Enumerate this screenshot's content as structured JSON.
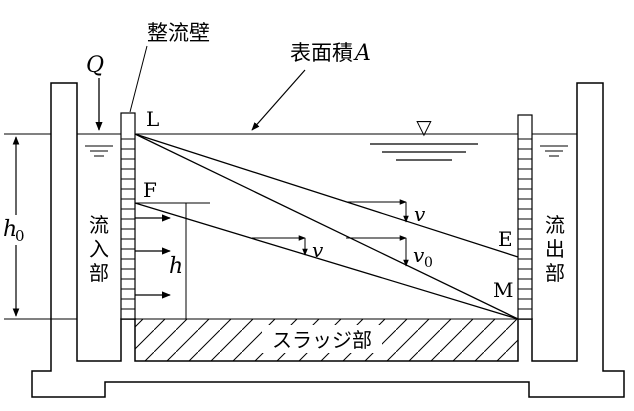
{
  "labels": {
    "baffle": "整流壁",
    "surface_area": "表面積",
    "surface_area_symbol": "A",
    "flow": "Q",
    "depth_total": "h",
    "depth_total_sub": "0",
    "depth_h": "h",
    "inlet_char1": "流",
    "inlet_char2": "入",
    "inlet_char3": "部",
    "outlet_char1": "流",
    "outlet_char2": "出",
    "outlet_char3": "部",
    "sludge": "スラッジ部",
    "point_L": "L",
    "point_F": "F",
    "point_E": "E",
    "point_M": "M",
    "velocity_v": "v",
    "velocity_v2": "v",
    "velocity_v0": "v",
    "velocity_v0_sub": "0",
    "water_surface_symbol": "▽"
  }
}
